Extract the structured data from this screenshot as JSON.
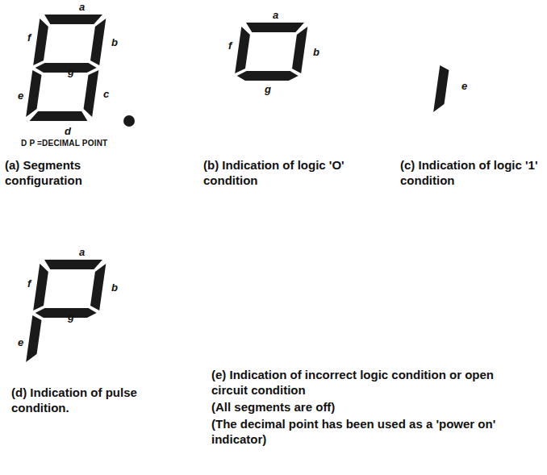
{
  "diagram": {
    "labels": [
      "a",
      "f",
      "g",
      "b",
      "c",
      "e",
      "d",
      "D P =DECIMAL POINT",
      "(a) Segments configuration",
      "a",
      "f",
      "b",
      "g",
      "(b) Indication of logic 'O' condition",
      "e",
      "(c) Indication of logic '1' condition",
      "a",
      "f",
      "g",
      "b",
      "e",
      "(d) Indication of pulse condition.",
      "(e) Indication of incorrect logic condition or open circuit condition",
      "(All segments are off)",
      "(The decimal point has been used as a 'power on' indicator)"
    ]
  }
}
